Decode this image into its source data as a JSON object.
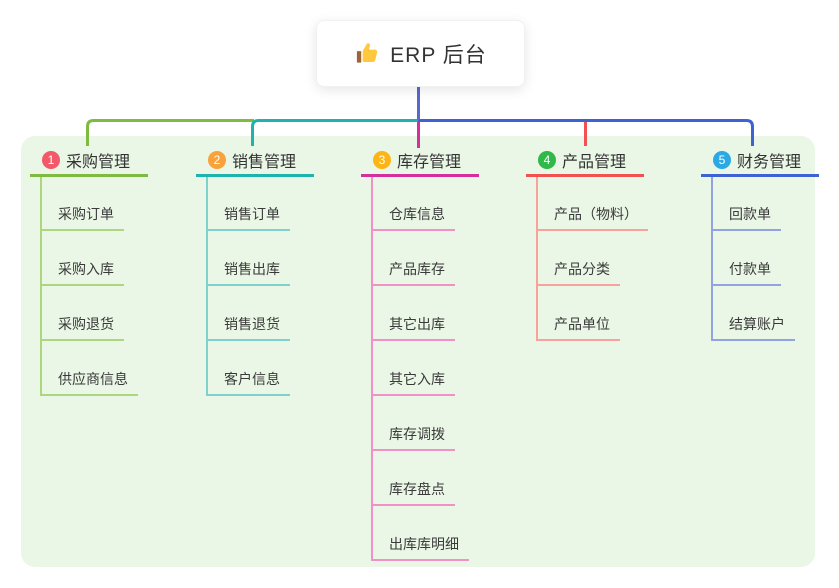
{
  "root": {
    "label": "ERP 后台",
    "icon": "thumbs-up"
  },
  "branches": [
    {
      "num": "1",
      "label": "采购管理",
      "badge_color": "#F25A69",
      "line_color": "#7EBB40",
      "child_line_color": "#ACD77F",
      "children": [
        "采购订单",
        "采购入库",
        "采购退货",
        "供应商信息"
      ]
    },
    {
      "num": "2",
      "label": "销售管理",
      "badge_color": "#F9A13B",
      "line_color": "#1FB3AE",
      "child_line_color": "#7FD2CC",
      "children": [
        "销售订单",
        "销售出库",
        "销售退货",
        "客户信息"
      ]
    },
    {
      "num": "3",
      "label": "库存管理",
      "badge_color": "#FDB515",
      "line_color": "#D42F9F",
      "child_line_color": "#F092C6",
      "children": [
        "仓库信息",
        "产品库存",
        "其它出库",
        "其它入库",
        "库存调拨",
        "库存盘点",
        "出库库明细"
      ]
    },
    {
      "num": "4",
      "label": "产品管理",
      "badge_color": "#30B849",
      "line_color": "#F05151",
      "child_line_color": "#F7A29D",
      "children": [
        "产品（物料）",
        "产品分类",
        "产品单位"
      ]
    },
    {
      "num": "5",
      "label": "财务管理",
      "badge_color": "#2BA9E4",
      "line_color": "#3E62D2",
      "child_line_color": "#92A3E2",
      "children": [
        "回款单",
        "付款单",
        "结算账户"
      ]
    }
  ],
  "colors": {
    "panel_background": "#EAF7E6",
    "root_connector": "#5868CF",
    "card_background": "#FFFFFF",
    "text": "#333333"
  }
}
